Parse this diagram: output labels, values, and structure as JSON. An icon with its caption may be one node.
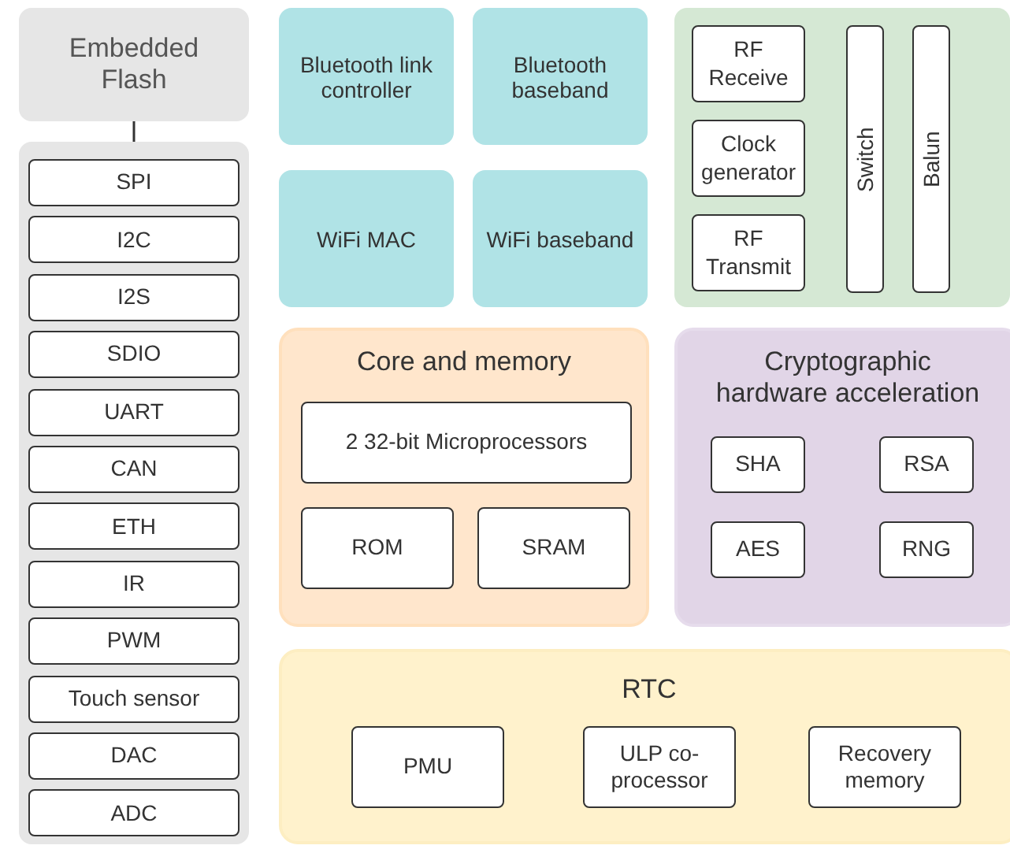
{
  "diagram": {
    "nodes": [
      {
        "text": [
          "Embedded Flash"
        ]
      },
      {
        "text": [],
        "shape": "box"
      },
      {
        "text": [
          "SPI"
        ],
        "in": 1
      },
      {
        "text": [
          "I2C"
        ],
        "in": 1
      },
      {
        "text": [
          "I2S"
        ],
        "in": 1
      },
      {
        "text": [
          "SDIO"
        ],
        "in": 1
      },
      {
        "text": [
          "UART"
        ],
        "in": 1
      },
      {
        "text": [
          "CAN"
        ],
        "in": 1
      },
      {
        "text": [
          "ETH"
        ],
        "in": 1
      },
      {
        "text": [
          "IR"
        ],
        "in": 1
      },
      {
        "text": [
          "PWM"
        ],
        "in": 1
      },
      {
        "text": [
          "Touch sensor"
        ],
        "in": 1
      },
      {
        "text": [
          "DAC"
        ],
        "in": 1
      },
      {
        "text": [
          "ADC"
        ],
        "in": 1
      },
      {
        "text": [
          "Bluetooth link controller"
        ]
      },
      {
        "text": [
          "Bluetooth baseband"
        ]
      },
      {
        "text": [
          "WiFi MAC"
        ]
      },
      {
        "text": [
          "WiFi baseband"
        ]
      },
      {
        "text": [],
        "shape": "box"
      },
      {
        "text": [
          "RF Receive"
        ],
        "in": 18
      },
      {
        "text": [
          "Clock generator"
        ],
        "in": 18
      },
      {
        "text": [
          "RF Transmit"
        ],
        "in": 18
      },
      {
        "text": [
          "Switch"
        ],
        "in": 18
      },
      {
        "text": [
          "Balun"
        ],
        "in": 18
      },
      {
        "text": [
          "Core and memory"
        ]
      },
      {
        "text": [
          "2 32-bit Microprocessors"
        ],
        "in": 24
      },
      {
        "text": [
          "ROM"
        ],
        "in": 24
      },
      {
        "text": [
          "SRAM"
        ],
        "in": 24
      },
      {
        "text": [
          "Cryptographic hardware acceleration"
        ]
      },
      {
        "text": [
          "SHA"
        ],
        "in": 28
      },
      {
        "text": [
          "RSA"
        ],
        "in": 28
      },
      {
        "text": [
          "AES"
        ],
        "in": 28
      },
      {
        "text": [
          "RNG"
        ],
        "in": 28
      },
      {
        "text": [
          "RTC"
        ]
      },
      {
        "text": [
          "PMU"
        ],
        "in": 33
      },
      {
        "text": [
          "ULP co-processor"
        ],
        "in": 33
      },
      {
        "text": [
          "Recovery memory"
        ],
        "in": 33
      }
    ],
    "edges": [
      {
        "from": 0,
        "to": 1,
        "arrow": "none"
      }
    ]
  }
}
